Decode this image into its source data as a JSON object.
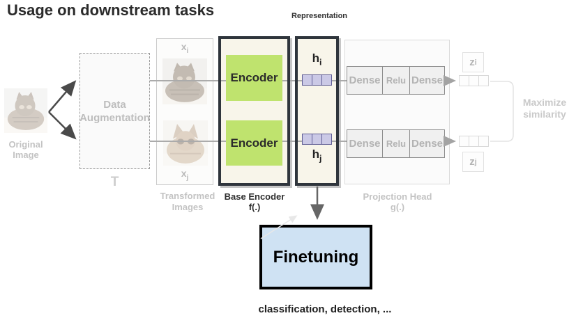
{
  "title": "Usage on downstream tasks",
  "representation_label": "Representation",
  "original_image": {
    "line1": "Original",
    "line2": "Image"
  },
  "data_augmentation": {
    "line1": "Data",
    "line2": "Augmentation",
    "t_label": "T"
  },
  "transformed": {
    "xi": "x",
    "xi_sub": "i",
    "xj": "x",
    "xj_sub": "j",
    "caption_line1": "Transformed",
    "caption_line2": "Images"
  },
  "base_encoder": {
    "encoder_top": "Encoder",
    "encoder_bottom": "Encoder",
    "caption_line1": "Base Encoder",
    "caption_line2": "f(.)"
  },
  "representation": {
    "hi": "h",
    "hi_sub": "i",
    "hj": "h",
    "hj_sub": "j"
  },
  "projection_head": {
    "rows": [
      [
        "Dense",
        "Relu",
        "Dense"
      ],
      [
        "Dense",
        "Relu",
        "Dense"
      ]
    ],
    "caption_line1": "Projection Head",
    "caption_line2": "g(.)"
  },
  "outputs": {
    "zi": "z",
    "zi_sub": "i",
    "zj": "z",
    "zj_sub": "j",
    "maximize_line1": "Maximize",
    "maximize_line2": "similarity"
  },
  "finetuning": {
    "label": "Finetuning",
    "caption": "classification, detection, ..."
  },
  "icons": {
    "flow_arrow": "dark-diagonal-arrow",
    "output_arrow": "gray-right-arrow",
    "finetune_arrow": "down-arrow",
    "faded_arrow": "light-up-right-arrow",
    "similarity_bracket": "right-square-bracket"
  },
  "colors": {
    "encoder_green": "#bfe36e",
    "box_cream": "#f8f5ea",
    "dark_border": "#2f353c",
    "vector_fill": "#cbc9e6",
    "vector_border": "#5f5d94",
    "finetune_blue": "#cfe2f3",
    "finetune_border": "#000000",
    "faded_text": "#c3c3c3",
    "connector_gray": "#ababab",
    "arrow_dark": "#4a4a4a"
  }
}
